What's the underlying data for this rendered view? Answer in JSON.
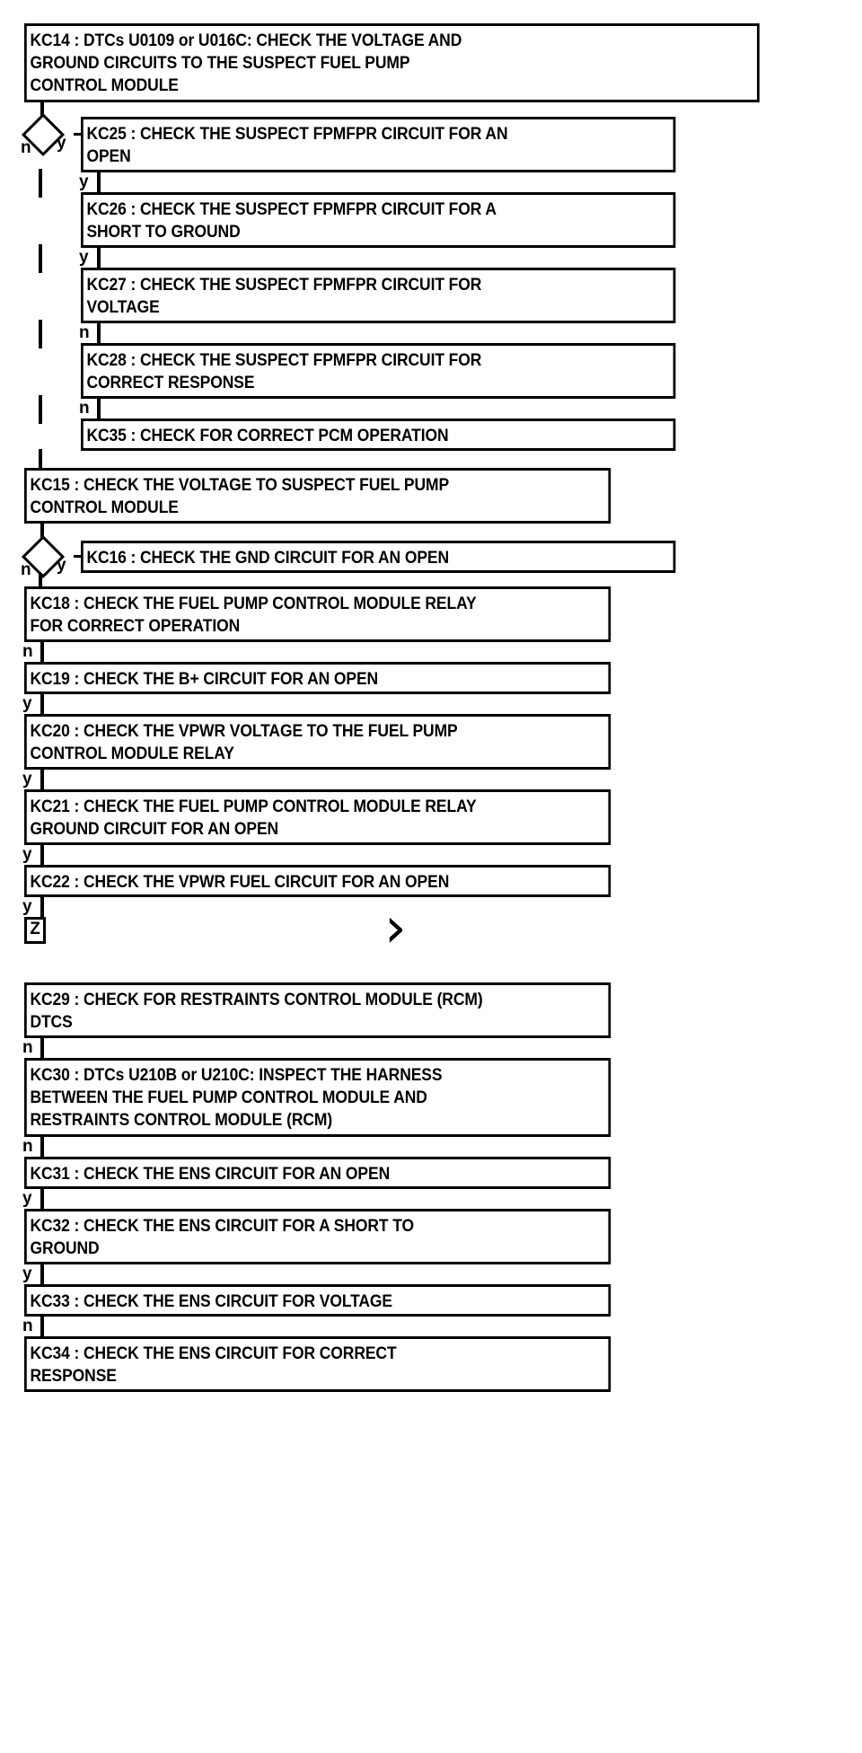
{
  "diagram": {
    "title": "Fuel Pump Control Module Diagnostic Flowchart",
    "type": "flowchart",
    "colors": {
      "line": "#000000",
      "box_fill": "#ffffff",
      "text": "#000000"
    },
    "nodes": [
      {
        "id": "KC14",
        "label": "KC14 : DTCs U0109 or U016C: CHECK THE VOLTAGE AND\nGROUND CIRCUITS TO THE SUSPECT FUEL PUMP\nCONTROL MODULE"
      },
      {
        "id": "KC25",
        "label": "KC25 : CHECK THE SUSPECT FPMFPR CIRCUIT FOR AN\nOPEN"
      },
      {
        "id": "KC26",
        "label": "KC26 : CHECK THE SUSPECT FPMFPR CIRCUIT FOR A\nSHORT TO GROUND"
      },
      {
        "id": "KC27",
        "label": "KC27 : CHECK THE SUSPECT FPMFPR CIRCUIT FOR\nVOLTAGE"
      },
      {
        "id": "KC28",
        "label": "KC28 : CHECK THE SUSPECT FPMFPR CIRCUIT FOR\nCORRECT RESPONSE"
      },
      {
        "id": "KC35",
        "label": "KC35 : CHECK FOR CORRECT PCM OPERATION"
      },
      {
        "id": "KC15",
        "label": "KC15 : CHECK THE VOLTAGE TO SUSPECT FUEL PUMP\nCONTROL MODULE"
      },
      {
        "id": "KC16",
        "label": "KC16 : CHECK THE GND CIRCUIT FOR AN OPEN"
      },
      {
        "id": "KC18",
        "label": "KC18 : CHECK THE FUEL PUMP CONTROL MODULE RELAY\nFOR CORRECT OPERATION"
      },
      {
        "id": "KC19",
        "label": "KC19 : CHECK THE B+ CIRCUIT FOR AN OPEN"
      },
      {
        "id": "KC20",
        "label": "KC20 : CHECK THE VPWR VOLTAGE TO THE FUEL PUMP\nCONTROL MODULE RELAY"
      },
      {
        "id": "KC21",
        "label": "KC21 : CHECK THE FUEL PUMP CONTROL MODULE RELAY\nGROUND CIRCUIT FOR AN OPEN"
      },
      {
        "id": "KC22",
        "label": "KC22 : CHECK THE VPWR FUEL CIRCUIT FOR AN OPEN"
      },
      {
        "id": "KC29",
        "label": "KC29 : CHECK FOR RESTRAINTS CONTROL MODULE (RCM)\nDTCS"
      },
      {
        "id": "KC30",
        "label": "KC30 : DTCs U210B or U210C: INSPECT THE HARNESS\nBETWEEN THE FUEL PUMP CONTROL MODULE AND\nRESTRAINTS CONTROL MODULE (RCM)"
      },
      {
        "id": "KC31",
        "label": "KC31 : CHECK THE ENS CIRCUIT FOR AN OPEN"
      },
      {
        "id": "KC32",
        "label": "KC32 : CHECK THE ENS CIRCUIT FOR A SHORT TO\nGROUND"
      },
      {
        "id": "KC33",
        "label": "KC33 : CHECK THE ENS CIRCUIT FOR VOLTAGE"
      },
      {
        "id": "KC34",
        "label": "KC34 : CHECK THE ENS CIRCUIT FOR CORRECT\nRESPONSE"
      }
    ],
    "connector": {
      "id": "Z",
      "label": "Z"
    },
    "branch_labels": {
      "d1_n": "n",
      "d1_y": "y",
      "kc25_y": "y",
      "kc26_y": "y",
      "kc27_n": "n",
      "kc28_n": "n",
      "d2_n": "n",
      "d2_y": "y",
      "kc18_n": "n",
      "kc19_y": "y",
      "kc20_y": "y",
      "kc21_y": "y",
      "kc22_y": "y",
      "kc29_n": "n",
      "kc30_n": "n",
      "kc31_y": "y",
      "kc32_y": "y",
      "kc33_n": "n"
    },
    "chevron_glyph": "›"
  }
}
